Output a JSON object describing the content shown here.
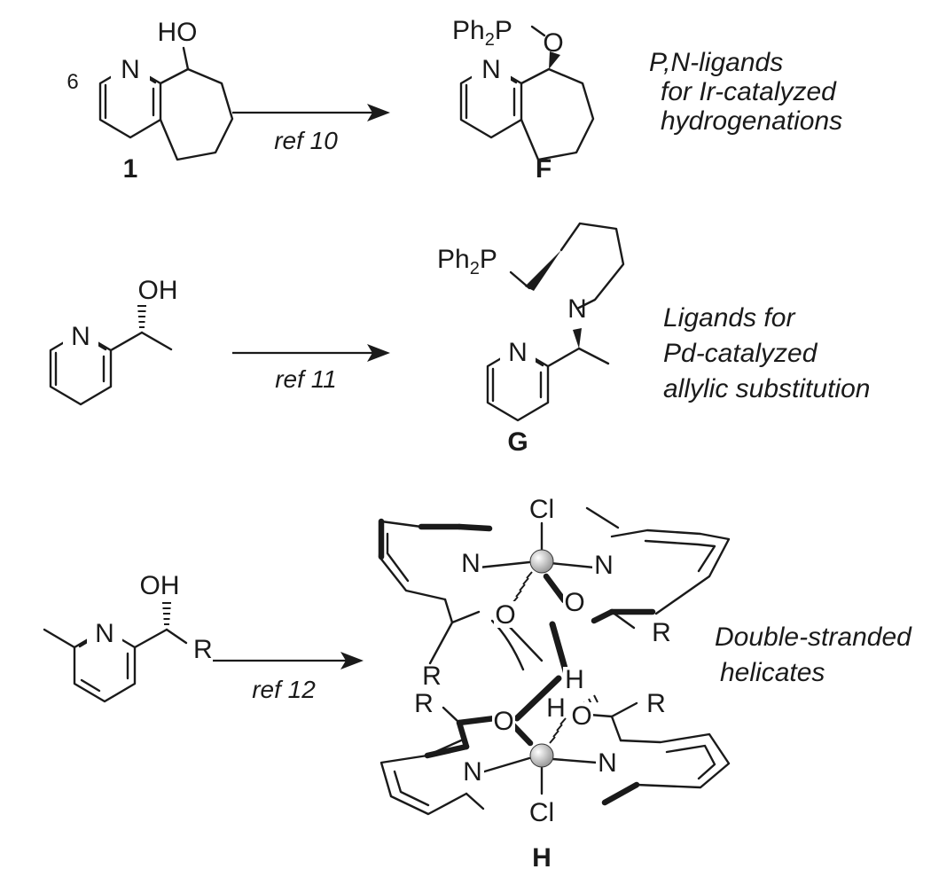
{
  "rows": [
    {
      "starting_material": {
        "atoms": {
          "hydroxyl": "HO",
          "nitrogen": "N",
          "position": "6"
        },
        "label": "1"
      },
      "condition": "ref 10",
      "product": {
        "atoms": {
          "phosphine": "Ph",
          "phosphine_sub": "2",
          "phosphine_p": "P",
          "oxygen": "O",
          "nitrogen": "N"
        },
        "label": "F"
      },
      "description": [
        "P,N-ligands",
        "for Ir-catalyzed",
        "hydrogenations"
      ]
    },
    {
      "starting_material": {
        "atoms": {
          "hydroxyl": "OH",
          "nitrogen": "N"
        }
      },
      "condition": "ref 11",
      "product": {
        "atoms": {
          "phosphine": "Ph",
          "phosphine_sub": "2",
          "phosphine_p": "P",
          "amine": "N",
          "nitrogen": "N"
        },
        "label": "G"
      },
      "description": [
        "Ligands for",
        "Pd-catalyzed",
        "allylic substitution"
      ]
    },
    {
      "starting_material": {
        "atoms": {
          "hydroxyl": "OH",
          "nitrogen": "N",
          "substituent": "R"
        }
      },
      "condition": "ref 12",
      "product": {
        "atoms": {
          "chloride_top": "Cl",
          "chloride_bottom": "Cl",
          "nitrogen": "N",
          "oxygen": "O",
          "hydrogen": "H",
          "substituent": "R"
        },
        "label": "H"
      },
      "description": [
        "Double-stranded",
        "helicates"
      ]
    }
  ],
  "colors": {
    "ink": "#1a1a1a",
    "metal_center": "#8c8c8c",
    "metal_highlight": "#ffffff"
  }
}
